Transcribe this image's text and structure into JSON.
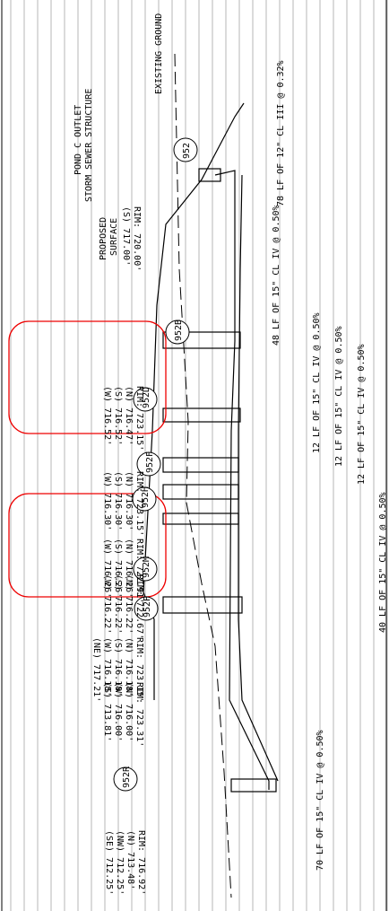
{
  "labels": {
    "existing_ground": "EXISTING GROUND",
    "pond_outlet_1": "POND C OUTLET",
    "pond_outlet_2": "STORM SEWER STRUCTURE",
    "proposed_1": "PROPOSED",
    "proposed_2": "SURFACE"
  },
  "pipes": [
    "78 LF OF 12\" CL III @ 0.32%",
    "48 LF OF 15\" CL IV @ 0.50%",
    "12 LF OF 15\" CL IV @ 0.50%",
    "12 LF OF 15\" CL IV @ 0.50%",
    "12 LF OF 15\" CL IV @ 0.50%",
    "40 LF OF 15\" CL IV @ 0.50%",
    "70 LF OF 15\" CL IV @ 0.50%"
  ],
  "structures": [
    {
      "id": "952",
      "lines": [
        "RIM: 720.00'",
        "(S) 717.00'"
      ]
    },
    {
      "id": "952B",
      "lines": [
        "RIM: 723.15'",
        "(N) 716.47'",
        "(S) 716.52'",
        "(W) 716.52'"
      ]
    },
    {
      "id": "952D",
      "lines": [
        "RIM: 723.15'",
        "(N) 716.30'",
        "(S) 716.30'",
        "(W) 716.30'"
      ]
    },
    {
      "id": "952F",
      "lines": [
        "RIM: 722.91'",
        "(N) 716.26'",
        "(S) 716.26'",
        "(W) 716.26'"
      ]
    },
    {
      "id": "952H",
      "lines": [
        "RIM: 722.67'",
        "(N) 716.22'",
        "(S) 716.22'",
        "(W) 716.22'"
      ]
    },
    {
      "id": "952M",
      "lines": [
        "RIM: 723.15'",
        "(N) 716.18'",
        "(S) 716.18'",
        "(W) 716.18'",
        "(NE) 717.21'"
      ]
    },
    {
      "id": "952P",
      "lines": [
        "RIM: 723.31'",
        "(N) 716.00'",
        "(W) 716.00'",
        "(S) 713.81'"
      ]
    },
    {
      "id": "952R",
      "lines": [
        "RIM: 716.92'",
        "(N) 713.48'",
        "(NW) 712.25'",
        "(SE) 712.25'"
      ]
    }
  ]
}
